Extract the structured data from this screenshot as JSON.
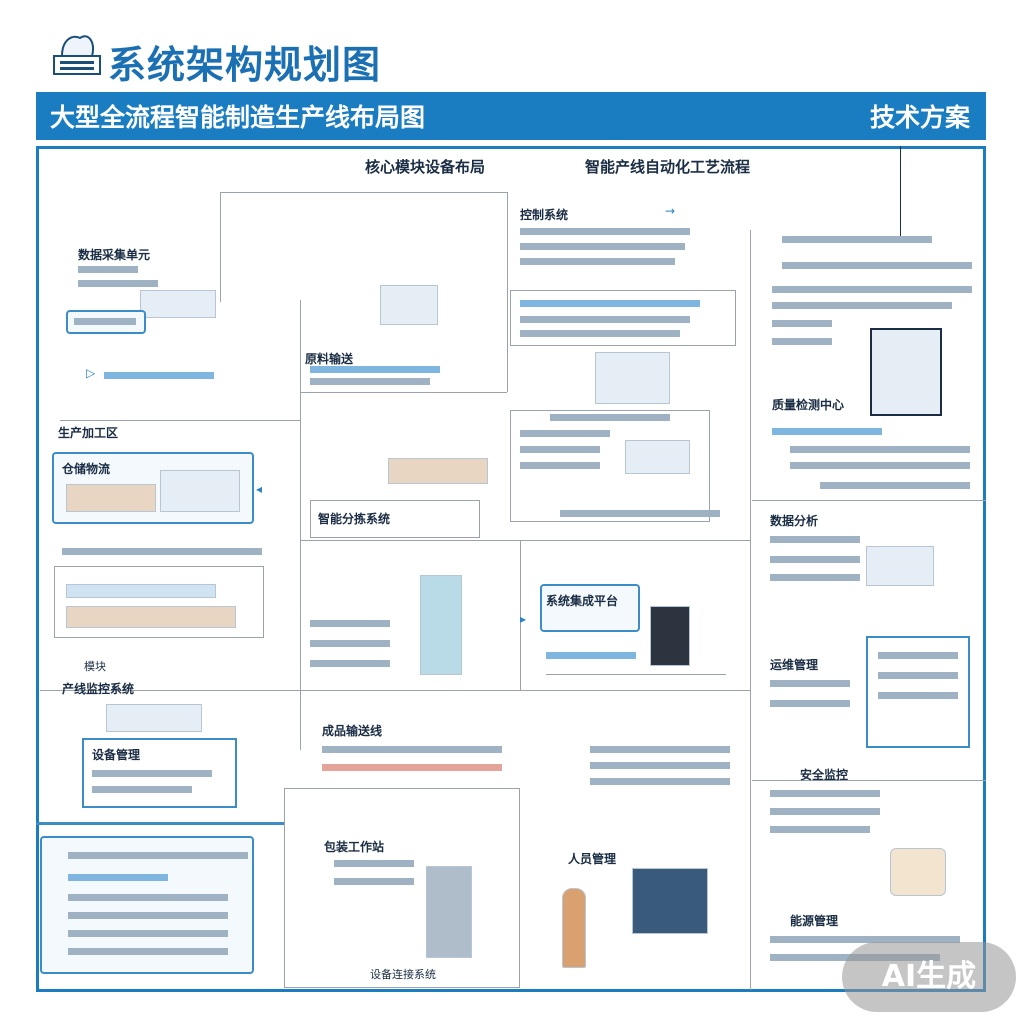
{
  "header": {
    "title": "系统架构规划图",
    "banner_left": "大型全流程智能制造生产线布局图",
    "banner_right": "技术方案"
  },
  "subheads": {
    "left": "核心模块设备布局",
    "right": "智能产线自动化工艺流程"
  },
  "sections": {
    "top_left": "数据采集单元",
    "top_mid": "原料输送",
    "top_right_title": "控制系统",
    "mid_left_title": "生产加工区",
    "mid_left_box": "仓储物流",
    "mid_center": "智能分拣系统",
    "mid_right_title": "质量检测中心",
    "center_right": "系统集成平台",
    "left_lower_title": "产线监控系统",
    "left_small": "模块",
    "left_panel": "设备管理",
    "bottom_center_title": "成品输送线",
    "bottom_left_title": "包装工作站",
    "bottom_mid_title": "人员管理",
    "right_mid": "数据分析",
    "right_lower_title": "运维管理",
    "right_lower_sub": "安全监控",
    "right_bottom": "能源管理",
    "bottom_caption": "设备连接系统"
  },
  "watermark": "AI生成"
}
